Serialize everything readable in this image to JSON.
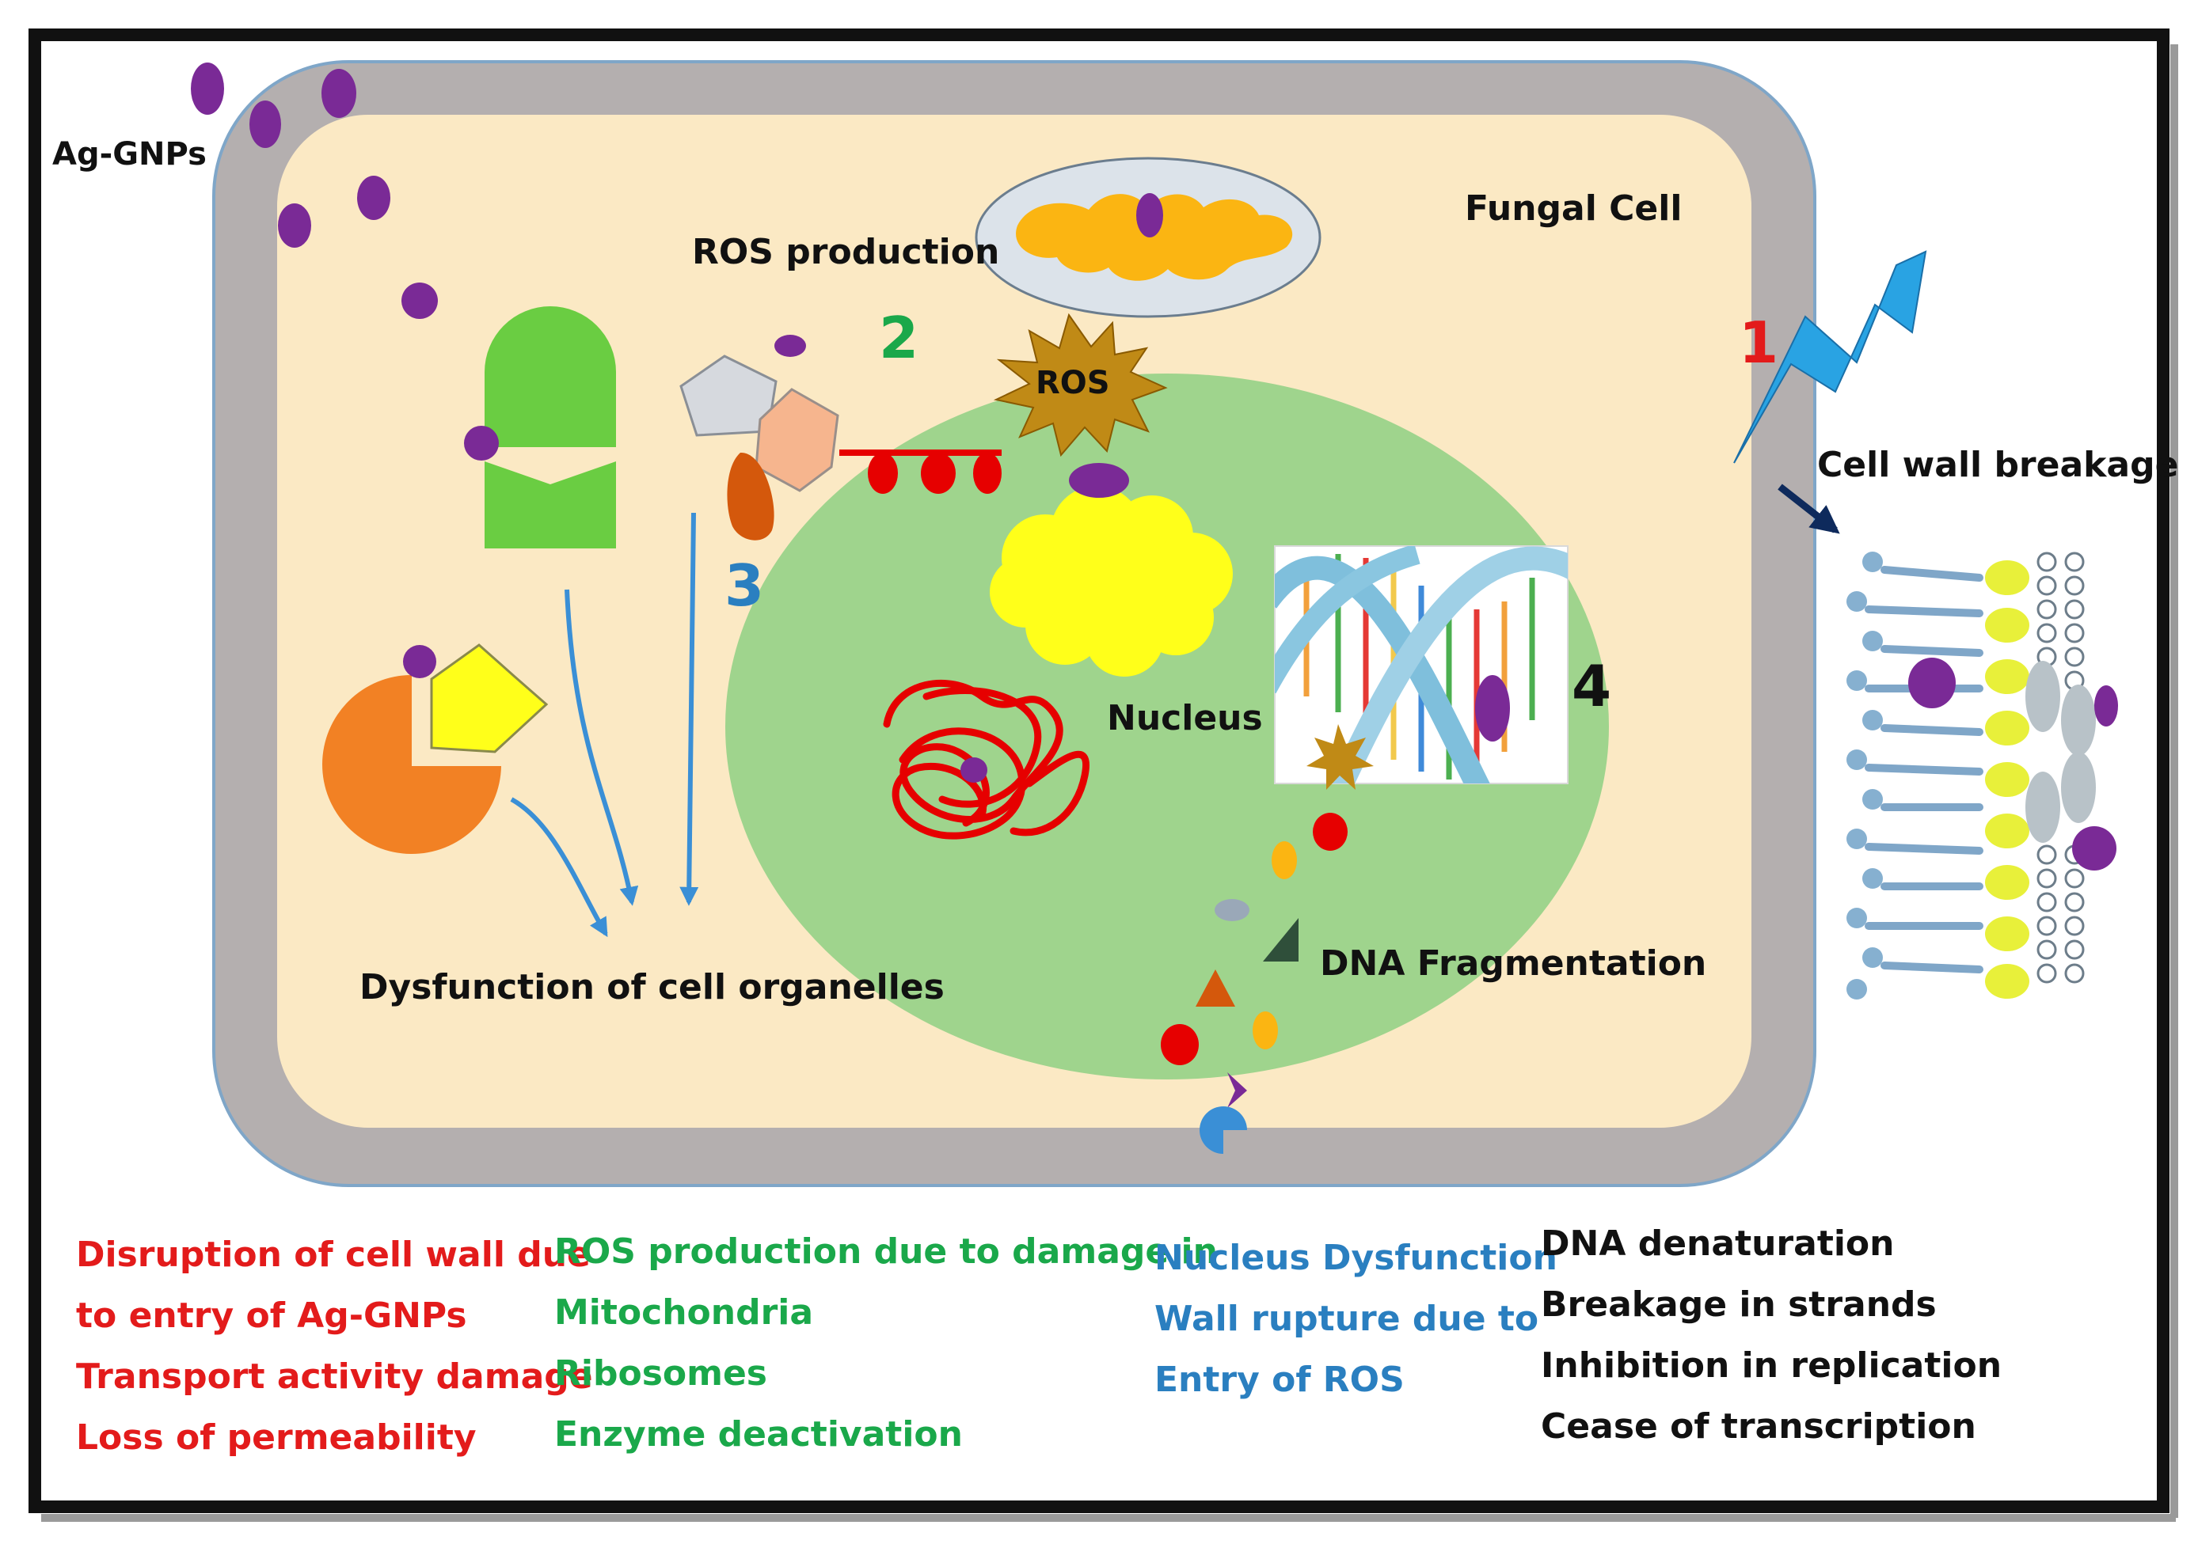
{
  "labels": {
    "ag_gnps": "Ag-GNPs",
    "fungal_cell": "Fungal Cell",
    "ros_production": "ROS production",
    "ros": "ROS",
    "nucleus": "Nucleus",
    "cell_wall_breakage": "Cell wall breakage",
    "dysfunction": "Dysfunction of cell organelles",
    "dna_fragmentation": "DNA Fragmentation"
  },
  "steps": [
    "1",
    "2",
    "3",
    "4"
  ],
  "colors": {
    "step1": "#e31b1b",
    "step2": "#1aa84a",
    "step3": "#2a7fc0",
    "step4": "#111111",
    "nanoparticle": "#7a2a96",
    "cell_wall": "#b4afaf",
    "cytoplasm": "#fbe9c4",
    "nucleus": "#9fd48d",
    "arrow": "#3a8fd6"
  },
  "legend": {
    "col1": [
      "Disruption of cell wall due",
      "to entry of Ag-GNPs",
      "Transport activity damage",
      "Loss of permeability"
    ],
    "col2": [
      "ROS production due to damage in",
      "Mitochondria",
      "Ribosomes",
      "Enzyme deactivation"
    ],
    "col3": [
      "Nucleus Dysfunction",
      "Wall rupture due to",
      "Entry of ROS"
    ],
    "col4": [
      "DNA denaturation",
      "Breakage in strands",
      "Inhibition in replication",
      "Cease of transcription"
    ]
  }
}
